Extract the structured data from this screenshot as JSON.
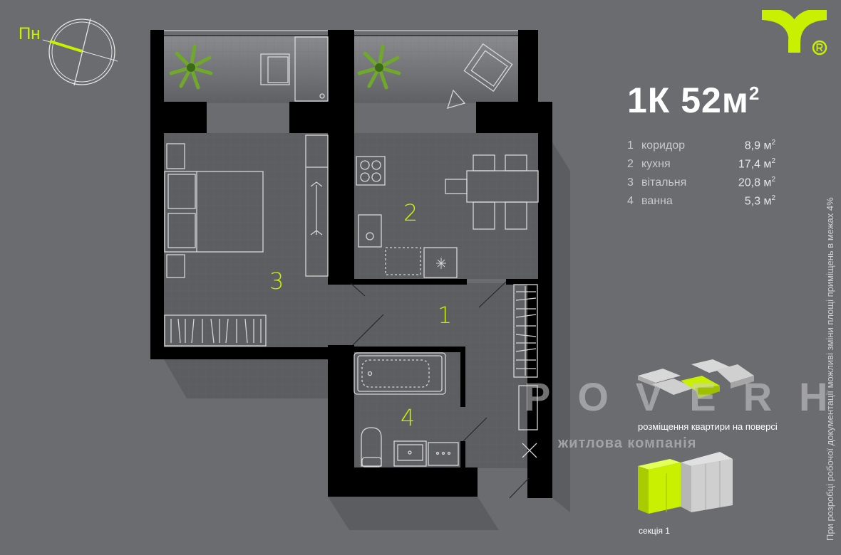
{
  "header": {
    "title": "1К 52м",
    "title_sup": "2"
  },
  "compass": {
    "label": "Пн"
  },
  "rooms": [
    {
      "num": "1",
      "name": "коридор",
      "area": "8,9 м",
      "unit_sup": "2"
    },
    {
      "num": "2",
      "name": "кухня",
      "area": "17,4 м",
      "unit_sup": "2"
    },
    {
      "num": "3",
      "name": "вітальня",
      "area": "20,8 м",
      "unit_sup": "2"
    },
    {
      "num": "4",
      "name": "ванна",
      "area": "5,3 м",
      "unit_sup": "2"
    }
  ],
  "brand": {
    "watermark": "POVERH",
    "subtitle": "житлова компанія",
    "registered": "®"
  },
  "location": {
    "floor_caption": "розміщення квартири на поверсі",
    "section_caption": "секція 1"
  },
  "disclaimer": "При розробці робочої документації можливі зміни площі приміщень в межах 4%",
  "colors": {
    "accent": "#c8f000",
    "background": "#6b6c70",
    "wall": "#000000",
    "floor": "#5d5e61"
  }
}
